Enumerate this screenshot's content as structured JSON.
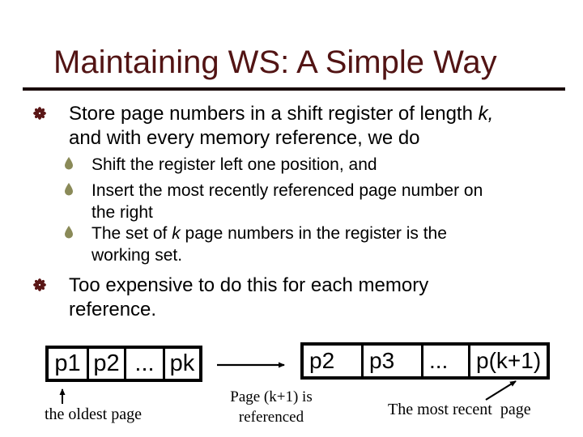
{
  "title": "Maintaining WS: A Simple Way",
  "colors": {
    "title": "#521414",
    "rule": "#190909",
    "flower_bullet": "#5a1616",
    "droplet_bullet": "#8a8a58",
    "text": "#000000",
    "box_border": "#000000"
  },
  "bullets": [
    {
      "level": 1,
      "icon": "flower-bullet-icon",
      "lines": [
        "Store page numbers in a shift register of length *k,*",
        "and with every memory reference, we do"
      ]
    },
    {
      "level": 2,
      "icon": "droplet-bullet-icon",
      "lines": [
        "Shift the register left one position, and"
      ]
    },
    {
      "level": 2,
      "icon": "droplet-bullet-icon",
      "lines": [
        "Insert the most recently referenced page number on",
        "the right"
      ]
    },
    {
      "level": 2,
      "icon": "droplet-bullet-icon",
      "lines": [
        "The set of *k* page numbers in the register is the",
        "working set."
      ]
    },
    {
      "level": 1,
      "icon": "flower-bullet-icon",
      "lines": [
        "Too expensive to do this for each memory",
        "reference."
      ]
    }
  ],
  "diagram": {
    "left_register": {
      "cells": [
        "p1",
        "p2",
        "...",
        "pk"
      ]
    },
    "right_register": {
      "cells": [
        "p2",
        "p3",
        "...",
        "p(k+1)"
      ]
    },
    "labels": {
      "oldest": "the oldest page",
      "referenced": [
        "Page (k+1) is",
        "referenced"
      ],
      "recent": "The most recent  page"
    }
  }
}
